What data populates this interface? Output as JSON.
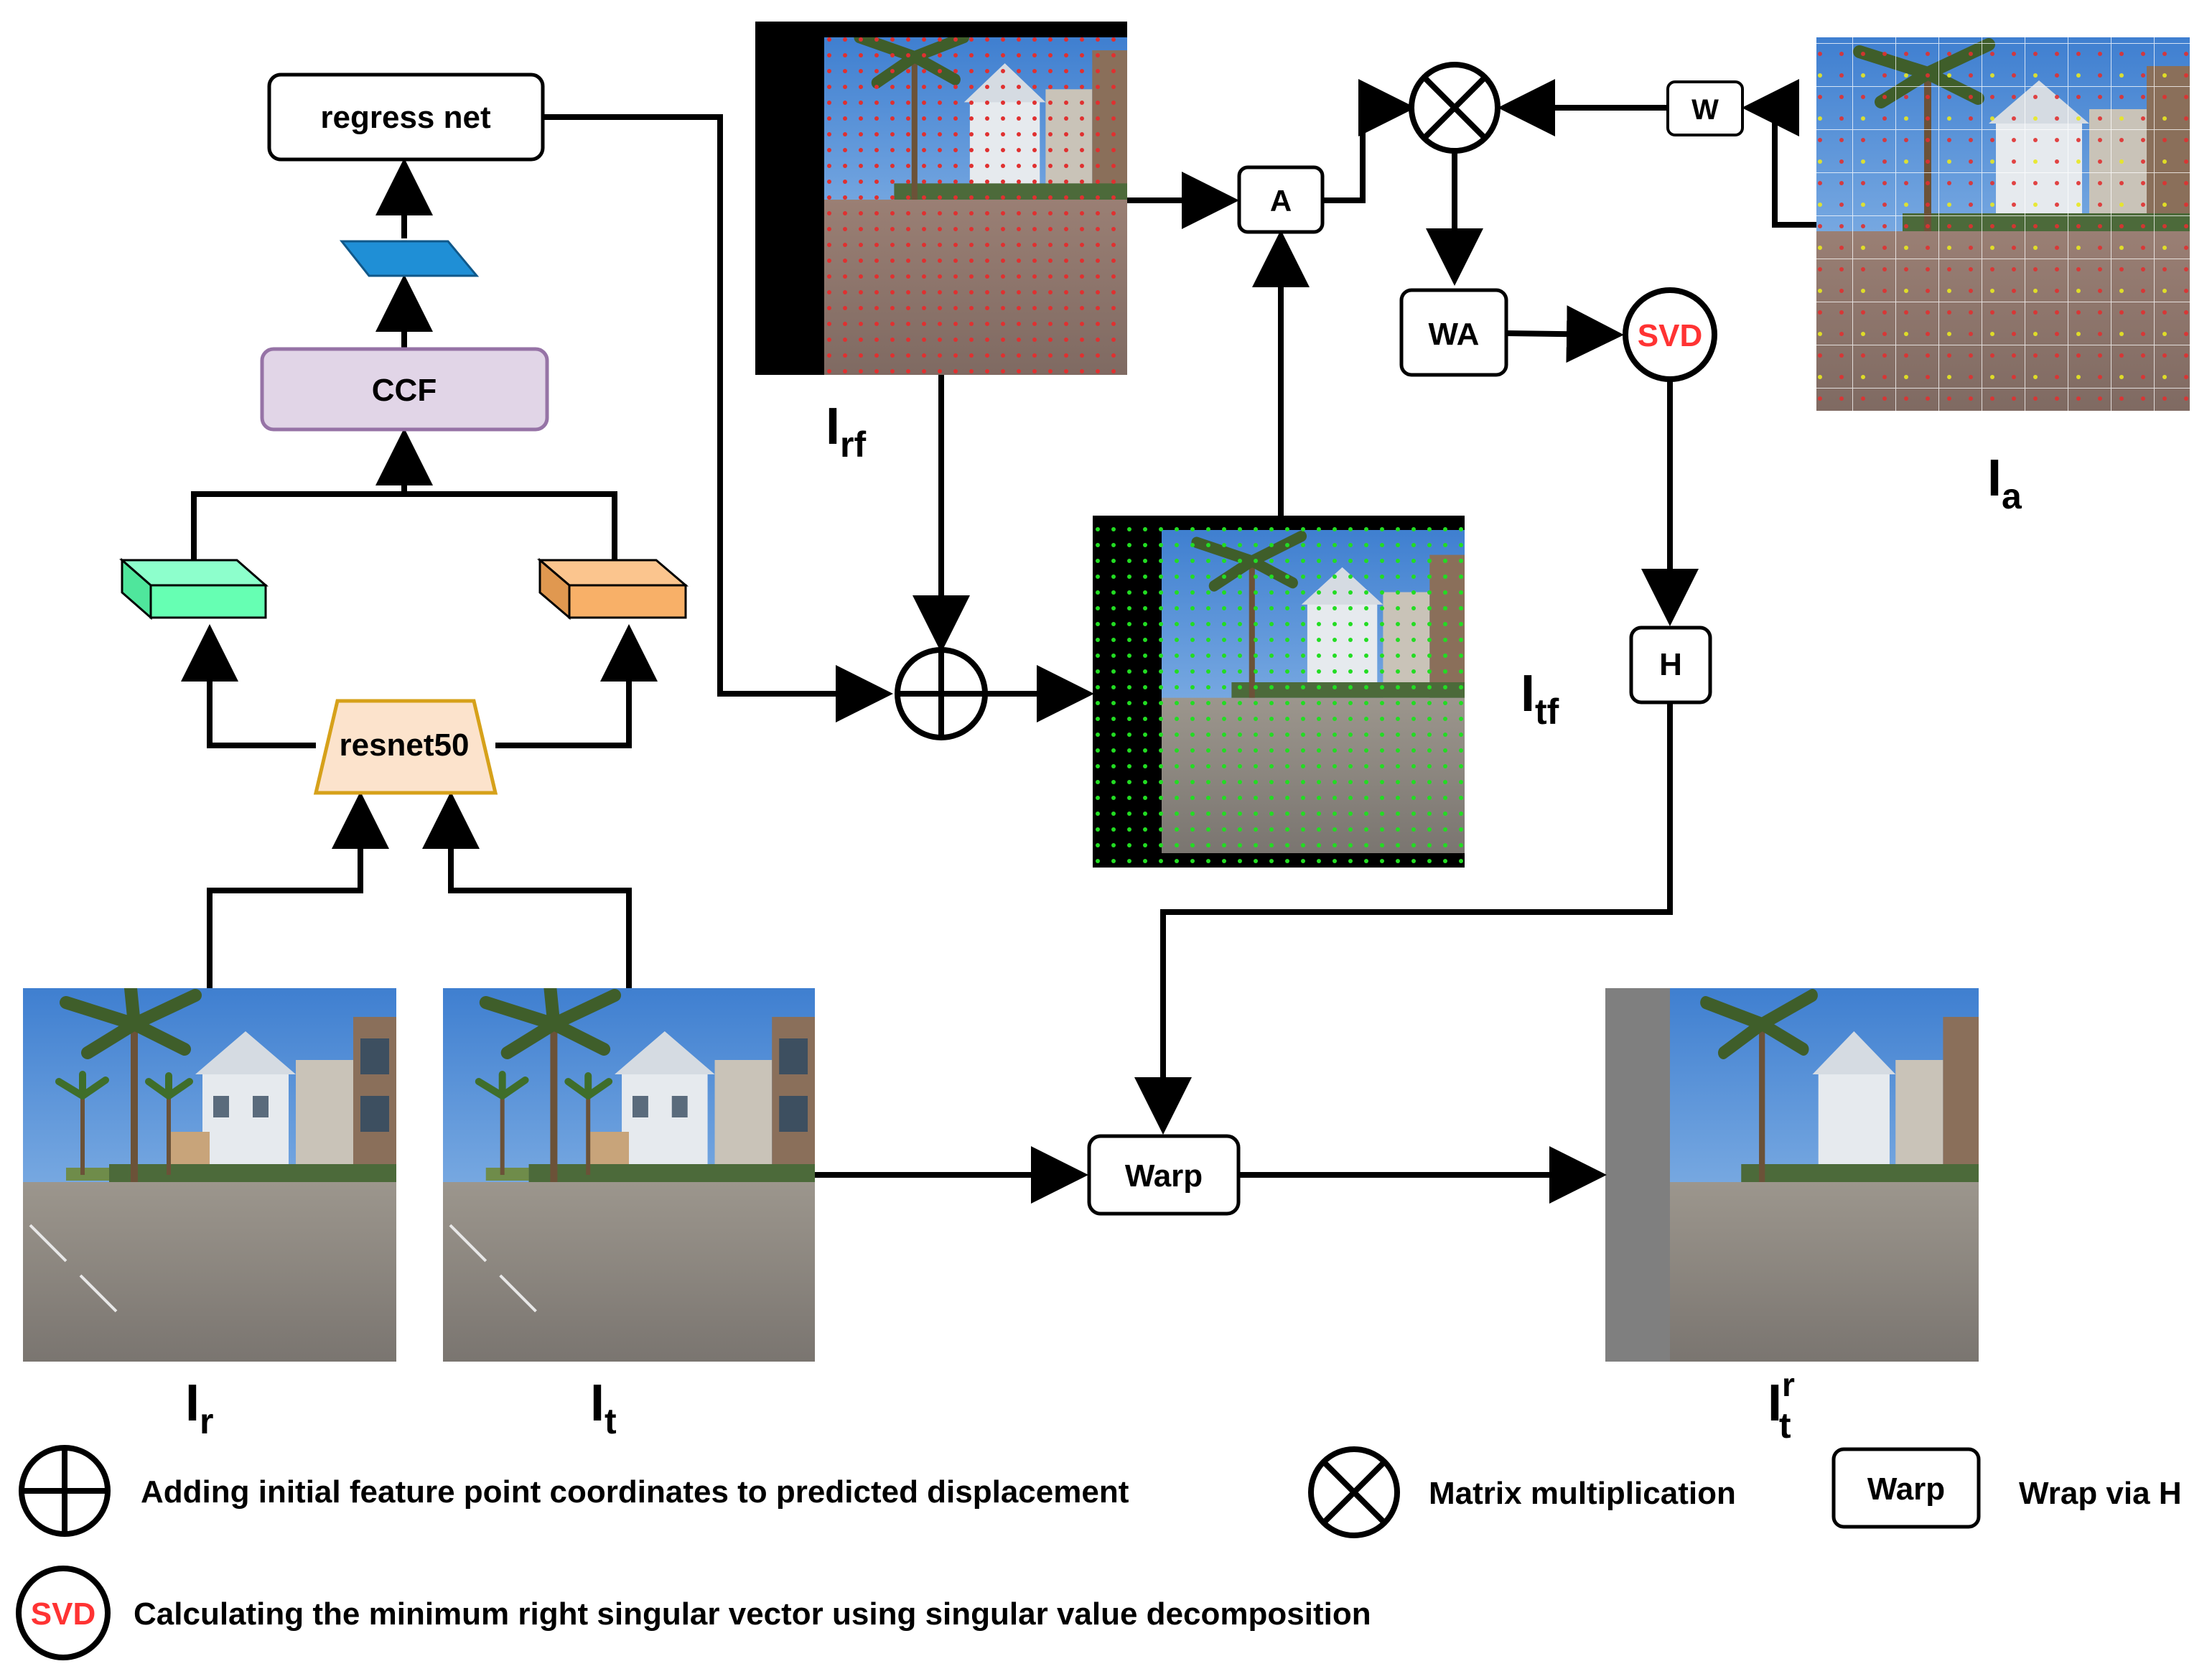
{
  "nodes": {
    "regress_net": "regress net",
    "ccf": "CCF",
    "resnet": "resnet50",
    "a": "A",
    "w": "W",
    "wa": "WA",
    "svd": "SVD",
    "h": "H",
    "warp": "Warp"
  },
  "image_labels": {
    "ir": {
      "base": "I",
      "sub": "r"
    },
    "it": {
      "base": "I",
      "sub": "t"
    },
    "irf": {
      "base": "I",
      "sub": "rf"
    },
    "itf": {
      "base": "I",
      "sub": "tf"
    },
    "ia": {
      "base": "I",
      "sub": "a"
    },
    "irt": {
      "base": "I",
      "sup": "r",
      "sub": "t"
    }
  },
  "legend": {
    "add_text": "Adding initial feature point coordinates to predicted displacement",
    "mul_text": "Matrix multiplication",
    "warp_box": "Warp",
    "warp_text": "Wrap via H",
    "svd_box": "SVD",
    "svd_text": "Calculating the minimum right singular vector using singular value decomposition"
  },
  "colors": {
    "ccf_fill": "#e1d5e7",
    "ccf_stroke": "#9673a6",
    "resnet_fill": "#fce3cc",
    "resnet_stroke": "#d6a11a",
    "feat_green": "#66ffb3",
    "feat_orange": "#f8b068",
    "feat_blue": "#1f8fd6",
    "svd_text": "#ff3333",
    "red_dots": "#e03030",
    "green_dots": "#22dd22",
    "yellow_dots": "#e8e820"
  }
}
